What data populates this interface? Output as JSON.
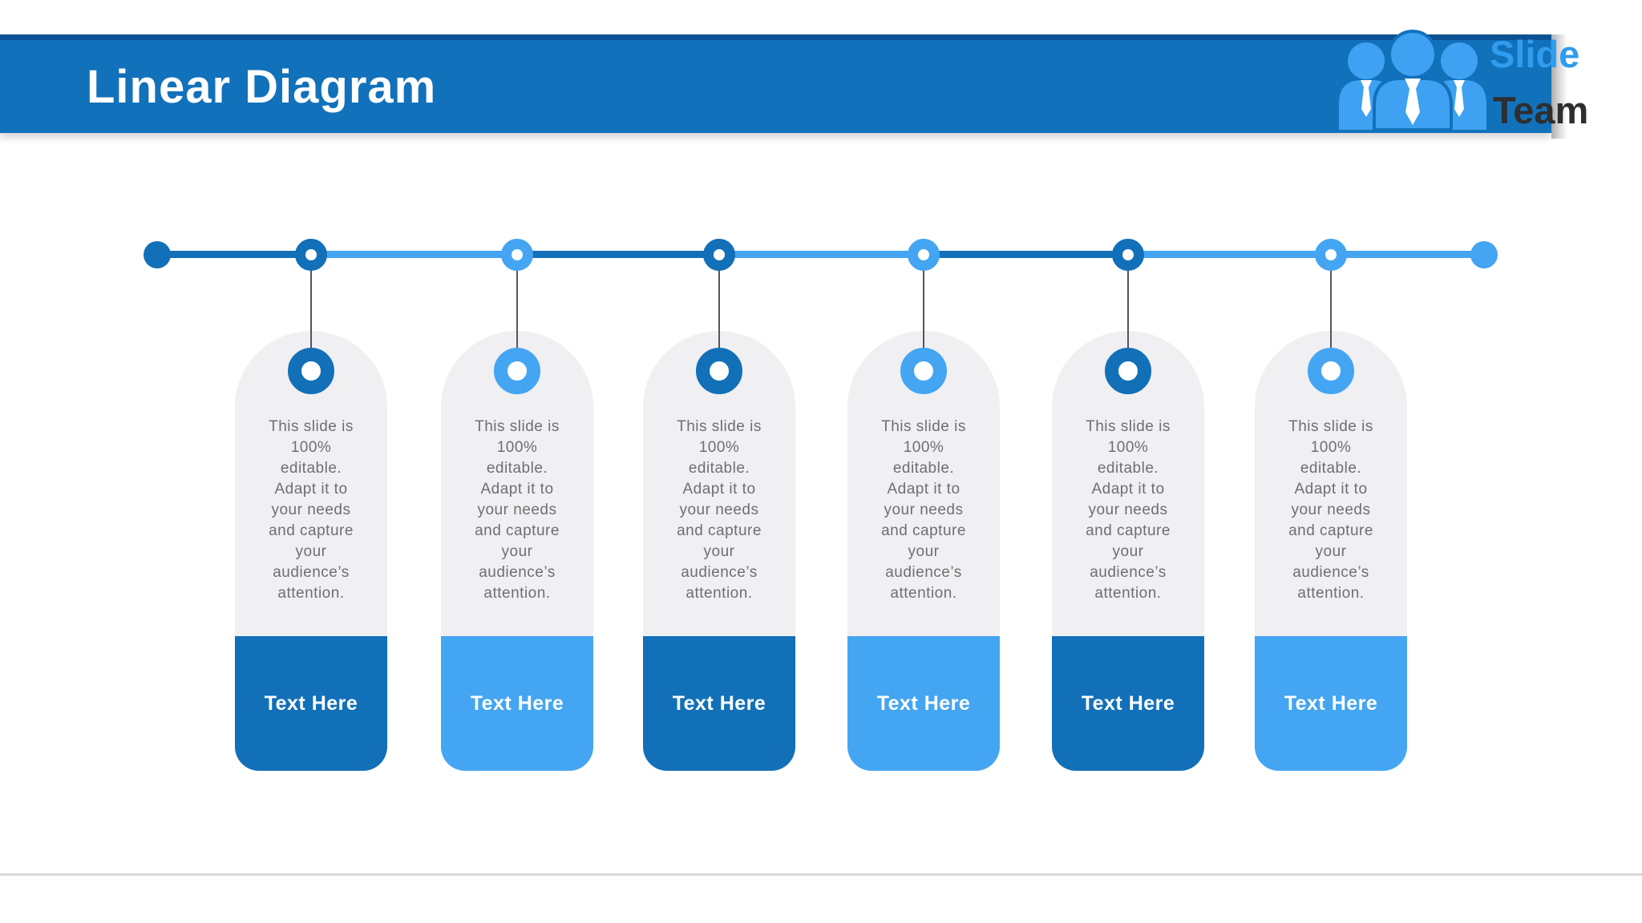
{
  "slide": {
    "title": "Linear Diagram"
  },
  "logo": {
    "word_top": "Slide",
    "word_bottom": "Team",
    "people_icon": "three-person team silhouettes with ties"
  },
  "colors": {
    "header_blue": "#1271BB",
    "header_edge": "#0C5191",
    "dark_blue": "#1270B8",
    "light_blue": "#44A5F2",
    "card_bg": "#F0EFF2",
    "body_text": "#6F6F72",
    "connector": "#55555A",
    "logo_slide": "#2F9CEF",
    "logo_team": "#2E2E30",
    "separator": "#DBD8DD"
  },
  "timeline": {
    "left_cap_tone": "dark",
    "right_cap_tone": "light",
    "segments": [
      {
        "tone": "dark"
      },
      {
        "tone": "light"
      },
      {
        "tone": "dark"
      },
      {
        "tone": "light"
      },
      {
        "tone": "dark"
      },
      {
        "tone": "light"
      },
      {
        "tone": "light"
      }
    ],
    "nodes": [
      {
        "tone": "dark"
      },
      {
        "tone": "light"
      },
      {
        "tone": "dark"
      },
      {
        "tone": "light"
      },
      {
        "tone": "dark"
      },
      {
        "tone": "light"
      }
    ]
  },
  "cards": [
    {
      "tone": "dark",
      "body": "This slide is\n100%\neditable.\nAdapt it to\nyour needs\nand capture\nyour\naudience’s\nattention.",
      "footer": "Text Here"
    },
    {
      "tone": "light",
      "body": "This slide is\n100%\neditable.\nAdapt it to\nyour needs\nand capture\nyour\naudience’s\nattention.",
      "footer": "Text Here"
    },
    {
      "tone": "dark",
      "body": "This slide is\n100%\neditable.\nAdapt it to\nyour needs\nand capture\nyour\naudience’s\nattention.",
      "footer": "Text Here"
    },
    {
      "tone": "light",
      "body": "This slide is\n100%\neditable.\nAdapt it to\nyour needs\nand capture\nyour\naudience’s\nattention.",
      "footer": "Text Here"
    },
    {
      "tone": "dark",
      "body": "This slide is\n100%\neditable.\nAdapt it to\nyour needs\nand capture\nyour\naudience’s\nattention.",
      "footer": "Text Here"
    },
    {
      "tone": "light",
      "body": "This slide is\n100%\neditable.\nAdapt it to\nyour needs\nand capture\nyour\naudience’s\nattention.",
      "footer": "Text Here"
    }
  ]
}
